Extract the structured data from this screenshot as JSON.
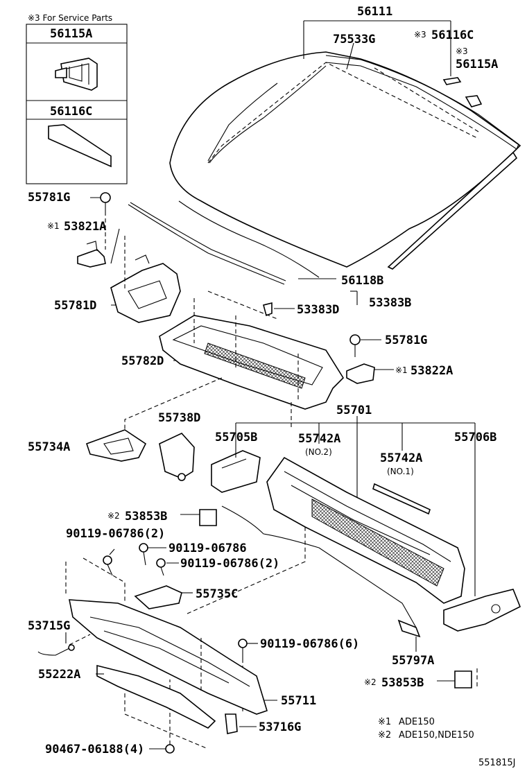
{
  "service_box": {
    "header": "※3 For Service Parts",
    "part1": "56115A",
    "part2": "56116C"
  },
  "labels": {
    "p56111": "56111",
    "p75533G": "75533G",
    "p56116C_mark": "※3",
    "p56116C": "56116C",
    "p56115A_mark": "※3",
    "p56115A": "56115A",
    "p55781G_top": "55781G",
    "p53821A_mark": "※1",
    "p53821A": "53821A",
    "p56118B": "56118B",
    "p53383B": "53383B",
    "p53383D": "53383D",
    "p55781D": "55781D",
    "p55781G_right": "55781G",
    "p55782D": "55782D",
    "p53822A_mark": "※1",
    "p53822A": "53822A",
    "p55701": "55701",
    "p55738D": "55738D",
    "p55734A": "55734A",
    "p55705B": "55705B",
    "p55742A_1": "55742A",
    "p55742A_1_sub": "(NO.2)",
    "p55742A_2": "55742A",
    "p55742A_2_sub": "(NO.1)",
    "p55706B": "55706B",
    "p53853B_mark": "※2",
    "p53853B": "53853B",
    "p90119_a": "90119-06786(2)",
    "p90119_b": "90119-06786",
    "p90119_c": "90119-06786(2)",
    "p55735C": "55735C",
    "p53715G": "53715G",
    "p90119_d": "90119-06786(6)",
    "p55797A": "55797A",
    "p55222A": "55222A",
    "p53853B2_mark": "※2",
    "p53853B2": "53853B",
    "p55711": "55711",
    "p53716G": "53716G",
    "p90467": "90467-06188(4)"
  },
  "notes": {
    "n1_mark": "※1",
    "n1_text": "ADE150",
    "n2_mark": "※2",
    "n2_text": "ADE150,NDE150"
  },
  "drawing_id": "551815J"
}
